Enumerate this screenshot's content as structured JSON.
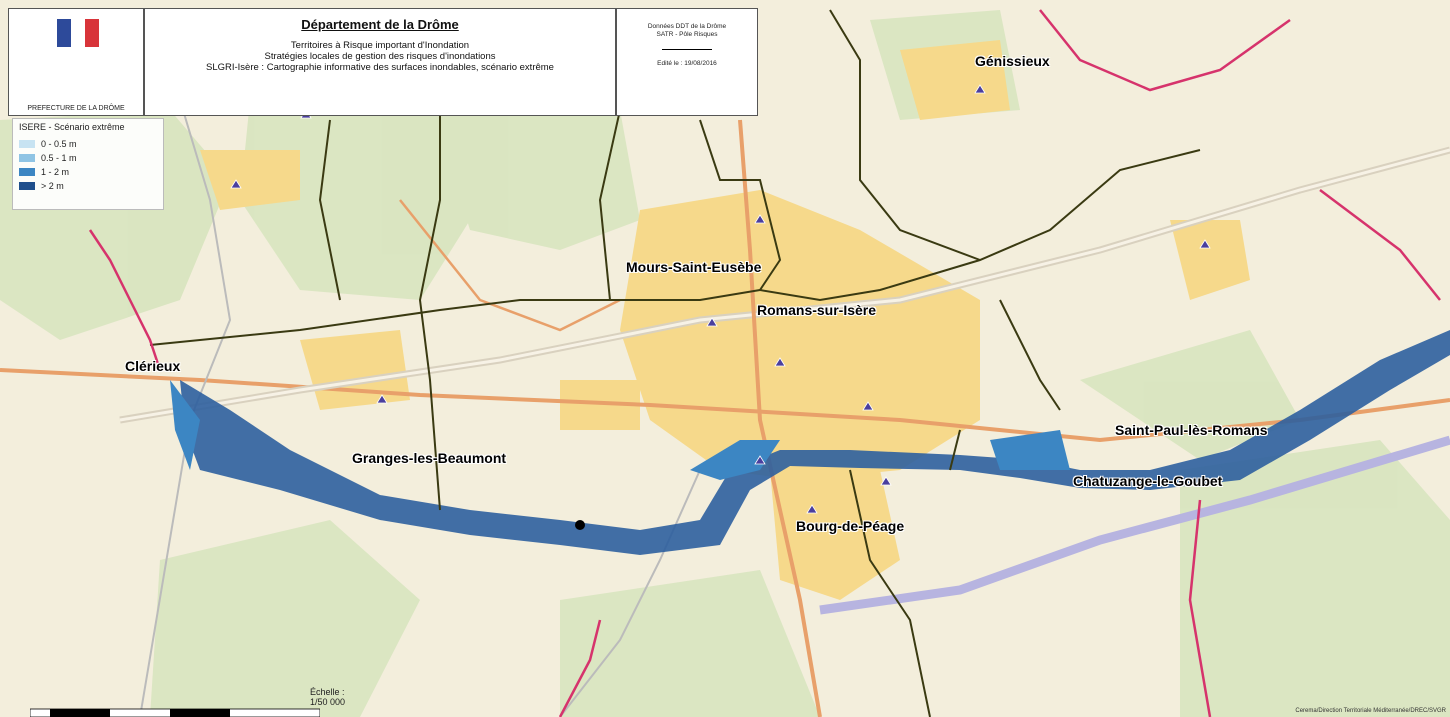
{
  "header": {
    "prefecture": "PREFECTURE DE LA DRÔME",
    "title": "Département de la Drôme",
    "subtitle_lines": [
      "Territoires à Risque important d'Inondation",
      "Stratégies locales de gestion des risques d'inondations",
      "SLGRI-Isère : Cartographie informative des surfaces inondables, scénario extrême"
    ],
    "source_lines": [
      "Données DDT de la Drôme",
      "SATR - Pôle Risques"
    ],
    "edit_date": "Edité le : 19/08/2016"
  },
  "legend": {
    "title": "ISERE - Scénario extrême",
    "items": [
      {
        "label": "0 - 0.5 m",
        "color": "#c7e3f2"
      },
      {
        "label": "0.5 - 1 m",
        "color": "#8fc4e4"
      },
      {
        "label": "1 - 2 m",
        "color": "#3c86c3"
      },
      {
        "label": "> 2 m",
        "color": "#1f4f8c"
      }
    ]
  },
  "commune_labels": [
    "Génissieux",
    "Mours-Saint-Eusèbe",
    "Romans-sur-Isère",
    "Clérieux",
    "Granges-les-Beaumont",
    "Saint-Paul-lès-Romans",
    "Chatuzange-le-Goubet",
    "Bourg-de-Péage"
  ],
  "scale": {
    "label": "Échelle :",
    "ratio": "1/50 000"
  },
  "credit": "Cerema/Direction Territoriale Méditerranée/DREC/SVGR",
  "colors": {
    "flood": "#2e5f9e",
    "urban": "#f6d98b",
    "boundary_dept": "#d6336c",
    "boundary_commune": "#3a3a12",
    "forest": "#cfe0b4"
  }
}
